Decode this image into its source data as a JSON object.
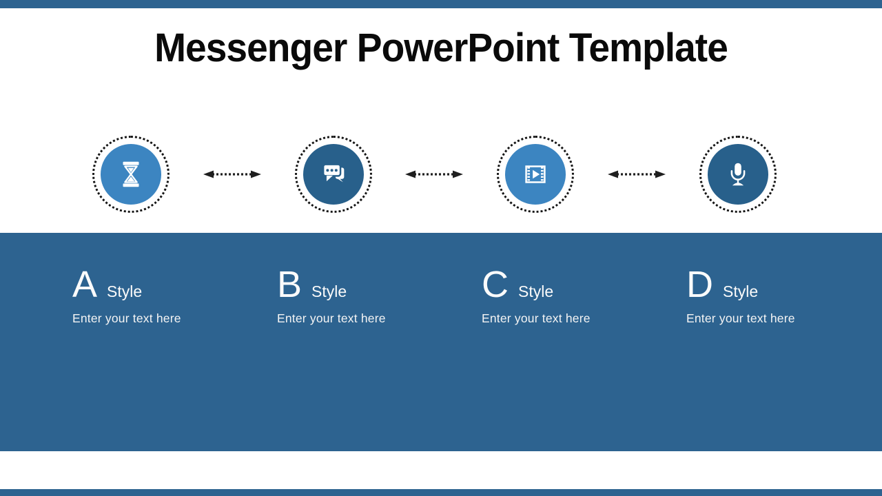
{
  "slide": {
    "title": "Messenger PowerPoint Template",
    "colors": {
      "bar": "#2d6390",
      "section_bg": "#2d6390",
      "circle_light": "#3c85c1",
      "circle_dark": "#28608b",
      "arrow": "#1f1f1f",
      "ring_dot": "#141414",
      "icon": "#ffffff",
      "text_light": "#f4f4f4",
      "title_text": "#0a0a0a"
    },
    "process": {
      "connector": "dashed-double-arrow",
      "icons": [
        {
          "name": "hourglass-icon",
          "variant": "light"
        },
        {
          "name": "chat-bubbles-icon",
          "variant": "dark"
        },
        {
          "name": "video-film-icon",
          "variant": "light"
        },
        {
          "name": "microphone-icon",
          "variant": "dark"
        }
      ]
    },
    "columns": [
      {
        "letter": "A",
        "label": "Style",
        "placeholder": "Enter your text here"
      },
      {
        "letter": "B",
        "label": "Style",
        "placeholder": "Enter your text here"
      },
      {
        "letter": "C",
        "label": "Style",
        "placeholder": "Enter your text here"
      },
      {
        "letter": "D",
        "label": "Style",
        "placeholder": "Enter your text here"
      }
    ]
  }
}
